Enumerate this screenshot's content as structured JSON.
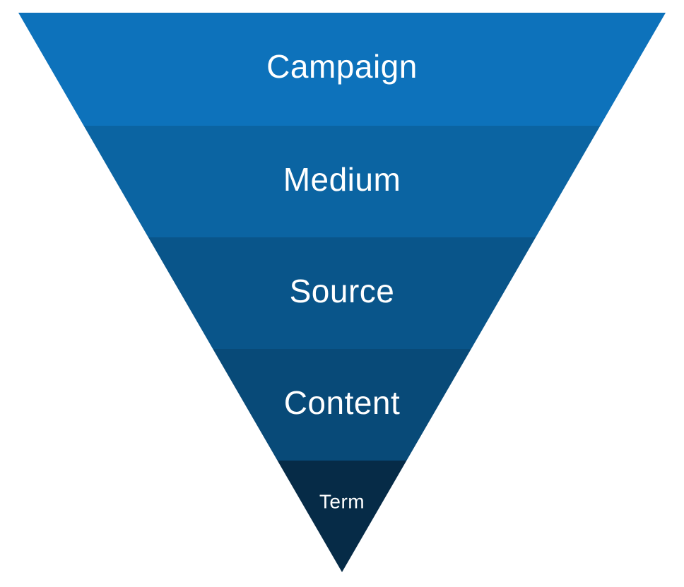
{
  "diagram": {
    "type": "funnel",
    "layers": [
      {
        "label": "Campaign",
        "color": "#0d72bb"
      },
      {
        "label": "Medium",
        "color": "#0b64a2"
      },
      {
        "label": "Source",
        "color": "#09558a"
      },
      {
        "label": "Content",
        "color": "#084a78"
      },
      {
        "label": "Term",
        "color": "#062b47"
      }
    ]
  }
}
